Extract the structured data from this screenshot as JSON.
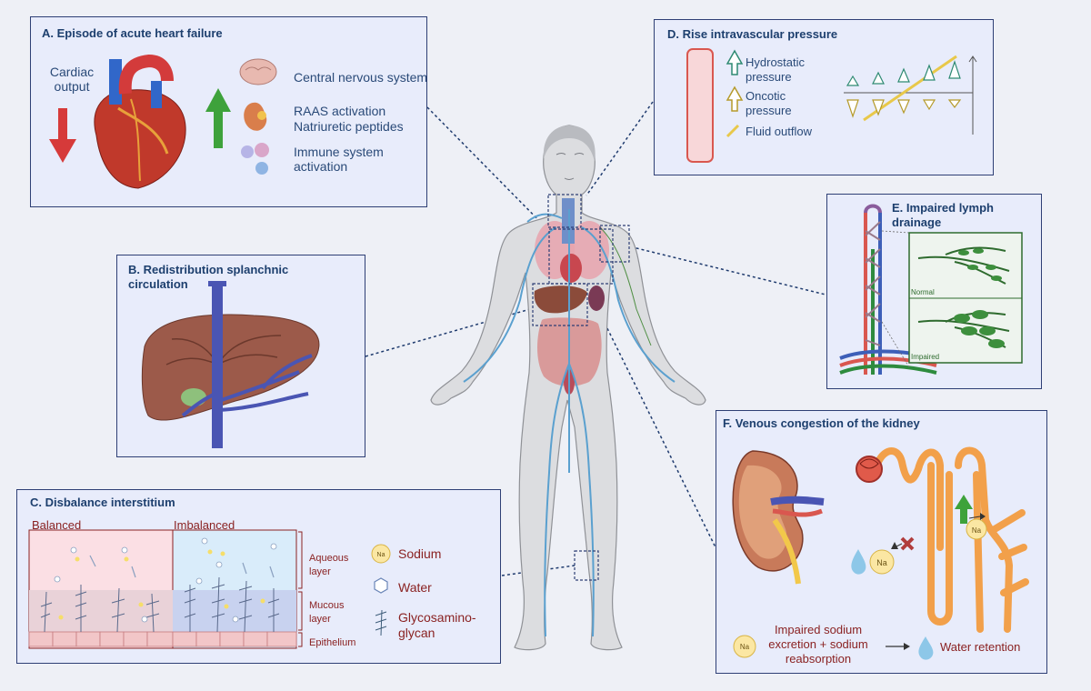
{
  "panels": {
    "a": {
      "title": "A. Episode of acute heart failure",
      "cardiac_output": "Cardiac output",
      "cns": "Central nervous system",
      "raas": "RAAS activation",
      "natriuretic": "Natriuretic peptides",
      "immune": "Immune system activation"
    },
    "b": {
      "title": "B. Redistribution splanchnic circulation"
    },
    "c": {
      "title": "C. Disbalance interstitium",
      "balanced": "Balanced",
      "imbalanced": "Imbalanced",
      "aqueous": "Aqueous layer",
      "mucous": "Mucous layer",
      "epithelium": "Epithelium",
      "sodium": "Sodium",
      "water": "Water",
      "gag": "Glycosamino-glycan",
      "na_symbol": "Na"
    },
    "d": {
      "title": "D. Rise intravascular pressure",
      "hydrostatic": "Hydrostatic pressure",
      "oncotic": "Oncotic pressure",
      "fluid": "Fluid outflow"
    },
    "e": {
      "title": "E. Impaired lymph drainage",
      "normal": "Normal",
      "impaired": "Impaired"
    },
    "f": {
      "title": "F. Venous congestion of the kidney",
      "na_symbol": "Na",
      "excretion": "Impaired sodium excretion + sodium reabsorption",
      "retention": "Water retention"
    }
  },
  "colors": {
    "panel_bg": "#e8ecfb",
    "panel_border": "#2e3f75",
    "title": "#1d3f6e",
    "text": "#2a4a78",
    "red_text": "#8a2222",
    "artery": "#d23a3a",
    "vein": "#3d5fb8",
    "lymph": "#2e8b3e"
  }
}
